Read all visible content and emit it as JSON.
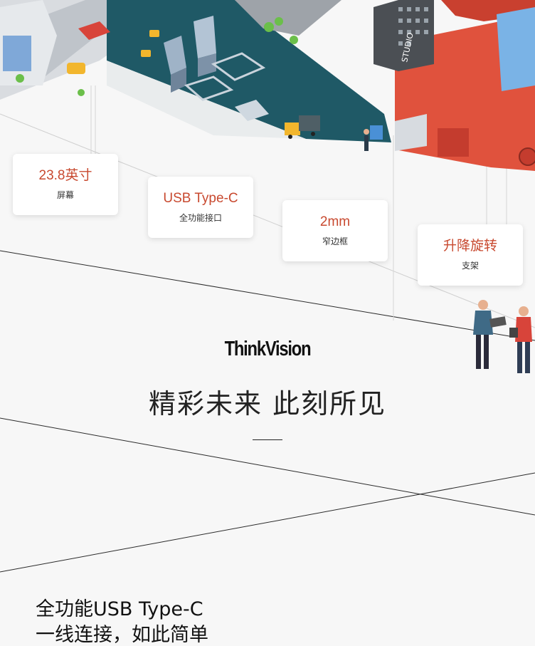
{
  "cards": [
    {
      "value": "23.8英寸",
      "label": "屏幕"
    },
    {
      "value": "USB Type-C",
      "label": "全功能接口"
    },
    {
      "value": "2mm",
      "label": "窄边框"
    },
    {
      "value": "升降旋转",
      "label": "支架"
    }
  ],
  "illustration": {
    "studio_sign": "STUDIO"
  },
  "brand": {
    "name": "ThinkVision"
  },
  "slogan": {
    "text": "精彩未来 此刻所见"
  },
  "feature": {
    "line1": "全功能USB Type-C",
    "line2": "一线连接，如此简单"
  },
  "colors": {
    "accent": "#c8492f",
    "teal": "#1f5966",
    "building_red": "#e0523d",
    "background": "#f7f7f7"
  }
}
